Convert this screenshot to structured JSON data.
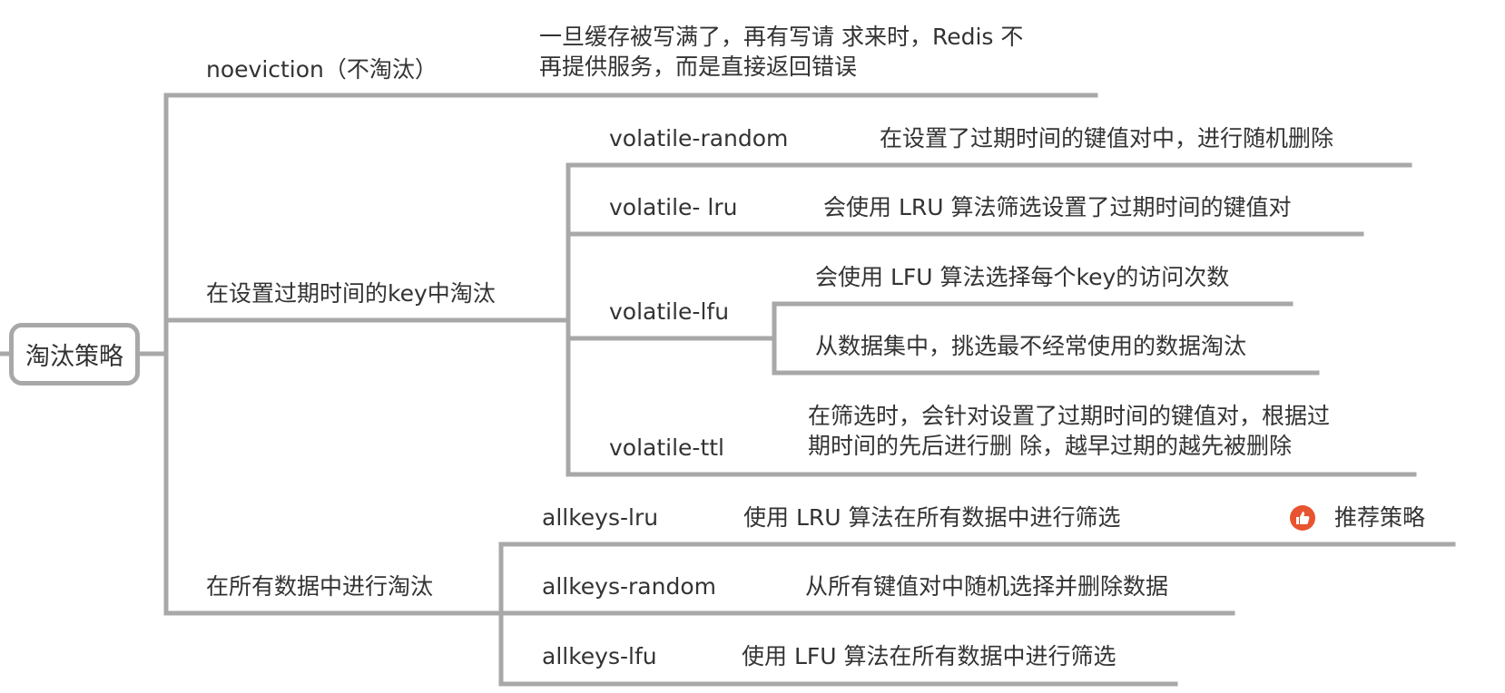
{
  "root": {
    "label": "淘汰策略"
  },
  "branches": {
    "noeviction": {
      "label": "noeviction（不淘汰）",
      "desc_lines": [
        "一旦缓存被写满了，再有写请 求来时，Redis 不",
        "再提供服务，而是直接返回错误"
      ]
    },
    "volatile": {
      "label": "在设置过期时间的key中淘汰",
      "items": {
        "random": {
          "label": "volatile-random",
          "desc": "在设置了过期时间的键值对中，进行随机删除"
        },
        "lru": {
          "label": "volatile- lru",
          "desc": "会使用 LRU 算法筛选设置了过期时间的键值对"
        },
        "lfu": {
          "label": "volatile-lfu",
          "desc_a": "会使用 LFU 算法选择每个key的访问次数",
          "desc_b": "从数据集中，挑选最不经常使用的数据淘汰"
        },
        "ttl": {
          "label": "volatile-ttl",
          "desc_lines": [
            "在筛选时，会针对设置了过期时间的键值对，根据过",
            "期时间的先后进行删 除，越早过期的越先被删除"
          ]
        }
      }
    },
    "allkeys": {
      "label": "在所有数据中进行淘汰",
      "items": {
        "lru": {
          "label": "allkeys-lru",
          "desc": "使用 LRU 算法在所有数据中进行筛选",
          "badge": "推荐策略",
          "badge_icon": "thumbs-up-icon"
        },
        "random": {
          "label": "allkeys-random",
          "desc": "从所有键值对中随机选择并删除数据"
        },
        "lfu": {
          "label": "allkeys-lfu",
          "desc": "使用 LFU 算法在所有数据中进行筛选"
        }
      }
    }
  },
  "colors": {
    "line": "#a8a8a8",
    "text": "#333333",
    "badge": "#e8542f"
  }
}
